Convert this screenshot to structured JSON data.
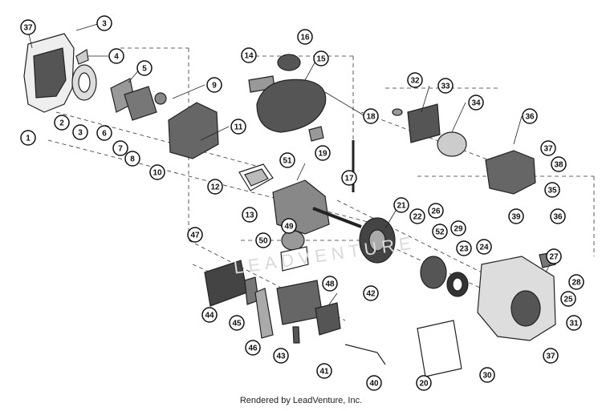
{
  "diagram": {
    "callouts": [
      "1",
      "2",
      "3",
      "3",
      "4",
      "5",
      "6",
      "7",
      "8",
      "9",
      "10",
      "11",
      "12",
      "13",
      "14",
      "15",
      "16",
      "17",
      "18",
      "19",
      "20",
      "21",
      "22",
      "23",
      "24",
      "25",
      "26",
      "27",
      "28",
      "29",
      "30",
      "31",
      "32",
      "33",
      "34",
      "35",
      "36",
      "36",
      "37",
      "37",
      "37",
      "38",
      "39",
      "40",
      "41",
      "42",
      "43",
      "44",
      "45",
      "46",
      "47",
      "48",
      "49",
      "50",
      "51",
      "52"
    ]
  },
  "watermark": "LEADVENTURE",
  "footer": "Rendered by LeadVenture, Inc."
}
